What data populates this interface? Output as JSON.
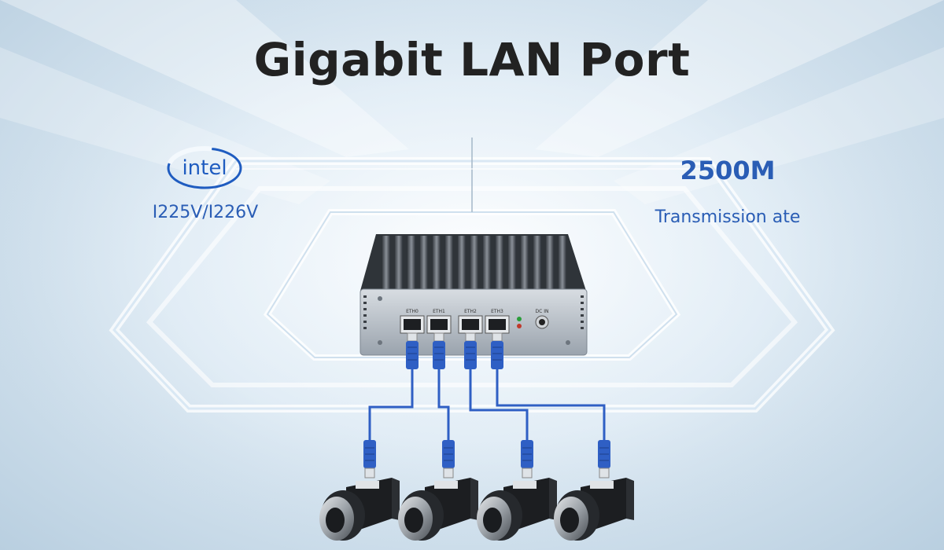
{
  "page": {
    "title": "Gigabit LAN Port",
    "brand_logo_text": "intel",
    "chip_model": "I225V/I226V",
    "speed_value": "2500M",
    "speed_label": "Transmission ate"
  },
  "device": {
    "port_labels": [
      "ETH0",
      "ETH1",
      "ETH2",
      "ETH3"
    ],
    "power_label": "DC IN"
  },
  "colors": {
    "accent_blue": "#2a5db5",
    "cable_blue": "#2f5fc4",
    "title_text": "#222222"
  },
  "icons": [
    "intel-logo",
    "mini-pc-icon",
    "ethernet-cable-icon",
    "industrial-camera-icon"
  ]
}
